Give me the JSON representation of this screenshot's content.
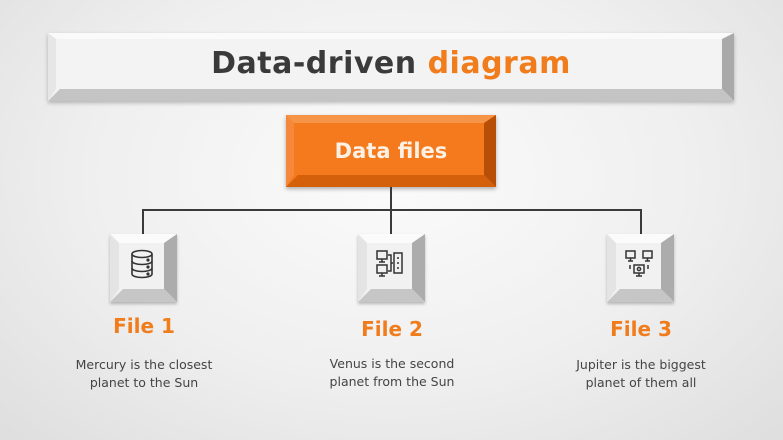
{
  "title": {
    "prefix": "Data-driven",
    "accent": "diagram",
    "accent_color": "#f07c1c",
    "text_color": "#3a3a3a"
  },
  "root": {
    "label": "Data files",
    "color": "#f47a1d"
  },
  "files": [
    {
      "label": "File 1",
      "description_line1": "Mercury is the closest",
      "description_line2": "planet to the Sun",
      "icon": "database-icon"
    },
    {
      "label": "File 2",
      "description_line1": "Venus is the second",
      "description_line2": "planet from the Sun",
      "icon": "server-network-icon"
    },
    {
      "label": "File 3",
      "description_line1": "Jupiter is the biggest",
      "description_line2": "planet of them all",
      "icon": "network-computers-icon"
    }
  ]
}
